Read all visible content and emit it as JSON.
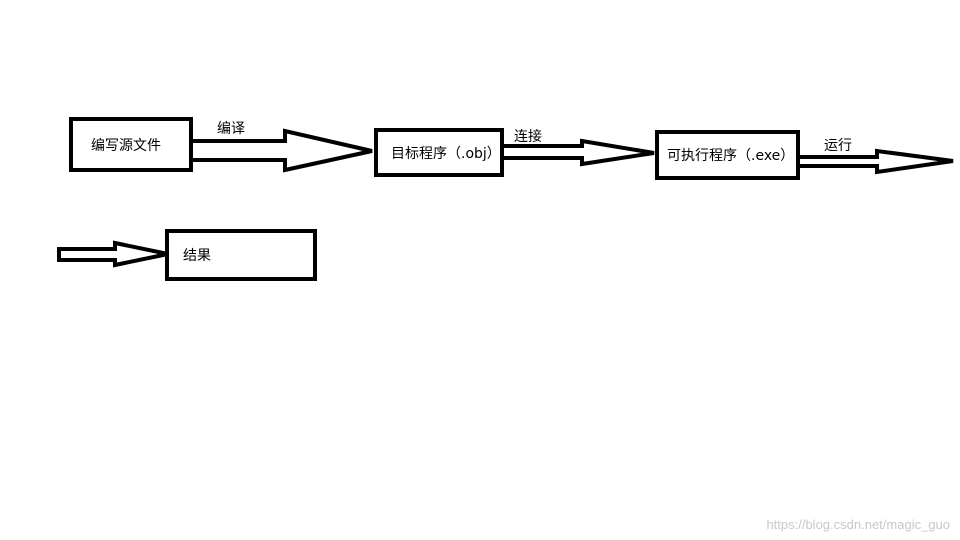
{
  "nodes": {
    "write_source": "编写源文件",
    "object_program": "目标程序（.obj）",
    "executable_program": "可执行程序（.exe）",
    "result": "结果"
  },
  "edges": {
    "compile": "编译",
    "link": "连接",
    "run": "运行"
  },
  "watermark": "https://blog.csdn.net/magic_guo",
  "colors": {
    "stroke": "#000000",
    "background": "#ffffff",
    "watermark": "#c8c8c8"
  }
}
